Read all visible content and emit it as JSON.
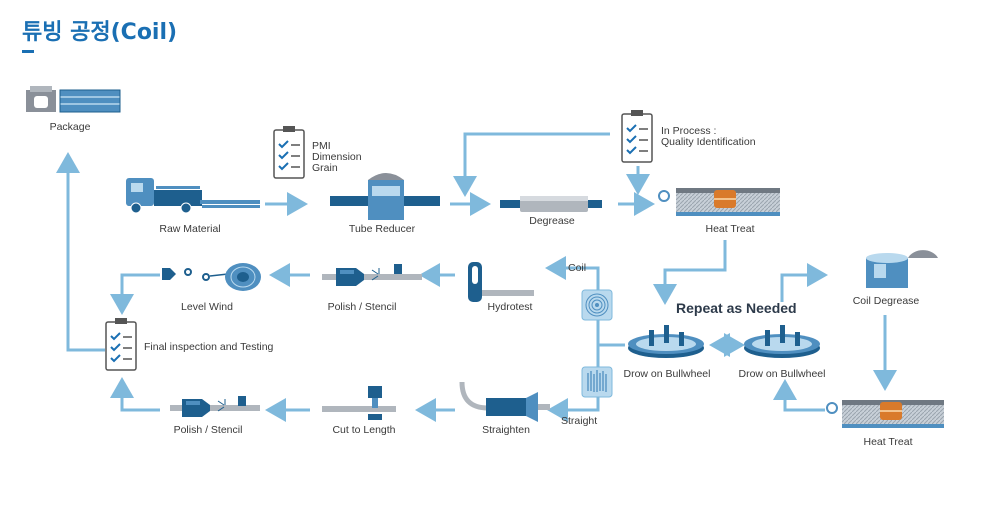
{
  "title": "튜빙 공정(Coil)",
  "labels": {
    "package": "Package",
    "raw_material": "Raw Material",
    "pmi": "PMI",
    "dimension": "Dimension",
    "grain": "Grain",
    "tube_reducer": "Tube Reducer",
    "degrease": "Degrease",
    "in_process_1": "In Process :",
    "in_process_2": "Quality Identification",
    "heat_treat_top": "Heat Treat",
    "level_wind": "Level Wind",
    "polish_stencil_top": "Polish / Stencil",
    "hydrotest": "Hydrotest",
    "coil": "Coil",
    "repeat": "Repeat as Needed",
    "coil_degrease": "Coil Degrease",
    "final_inspection": "Final inspection and Testing",
    "drow_bullwheel_1": "Drow on Bullwheel",
    "drow_bullwheel_2": "Drow on Bullwheel",
    "polish_stencil_bottom": "Polish / Stencil",
    "cut_to_length": "Cut to Length",
    "straighten": "Straighten",
    "straight": "Straight",
    "heat_treat_bottom": "Heat Treat"
  },
  "colors": {
    "title": "#1a6fb3",
    "arrow": "#7fb9dc",
    "dark_blue": "#1e5f8e",
    "mid_blue": "#4f8fc0",
    "light_blue": "#b9d9ee",
    "gray": "#8a9099",
    "accent_orange": "#d97a2b"
  }
}
